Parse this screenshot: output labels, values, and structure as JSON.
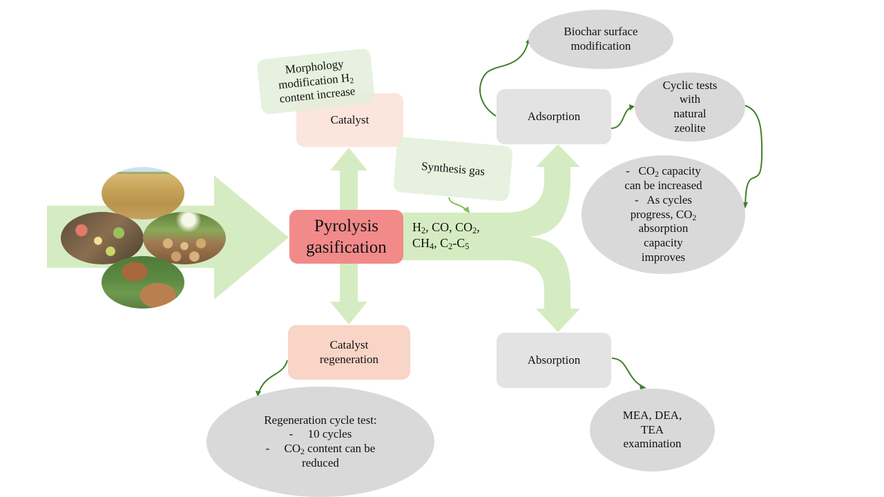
{
  "diagram": {
    "center": {
      "line1": "Pyrolysis",
      "line2": "gasification"
    },
    "products": {
      "line1_parts": [
        "H",
        "2",
        ", CO, CO",
        "2",
        ","
      ],
      "line2_parts": [
        "CH",
        "4",
        ", C",
        "2",
        "-C",
        "5"
      ]
    },
    "synthesis_gas_label": "Synthesis gas",
    "catalyst_label": "Catalyst",
    "catalyst_note": {
      "line1": "Morphology",
      "line2_pre": "modification H",
      "line2_sub": "2",
      "line3": "content increase"
    },
    "catalyst_regeneration": {
      "line1": "Catalyst",
      "line2": "regeneration"
    },
    "regeneration_test": {
      "title": "Regeneration cycle test:",
      "bullet1": "-     10 cycles",
      "bullet2_pre": "-     CO",
      "bullet2_sub": "2",
      "bullet2_post": " content can be",
      "bullet2_cont": "reduced"
    },
    "adsorption_label": "Adsorption",
    "biochar": {
      "line1": "Biochar surface",
      "line2": "modification"
    },
    "cyclic_tests": {
      "line1": "Cyclic tests",
      "line2": "with",
      "line3": "natural",
      "line4": "zeolite"
    },
    "co2_capacity": {
      "l1_pre": "-   CO",
      "l1_sub": "2",
      "l1_post": " capacity",
      "l2": "can be increased",
      "l3": "-   As cycles",
      "l4_pre": "progress, CO",
      "l4_sub": "2",
      "l5": "absorption",
      "l6": "capacity",
      "l7": "improves"
    },
    "absorption_label": "Absorption",
    "amines": {
      "line1": "MEA, DEA,",
      "line2": "TEA",
      "line3": "examination"
    },
    "feedstock_images": [
      "straw-field",
      "food-waste",
      "wood-logs",
      "horse-manure"
    ],
    "colors": {
      "flow_green": "#d5ecc2",
      "center_red": "#f28a8a",
      "catalyst_peach": "#fbe5dd",
      "regen_peach": "#f8d5c6",
      "process_grey": "#e3e3e3",
      "ellipse_grey": "#d9d9d9",
      "note_mint": "#e2f0d9",
      "connector_green": "#3f7f2a",
      "light_connector_green": "#7fbf4f"
    }
  }
}
